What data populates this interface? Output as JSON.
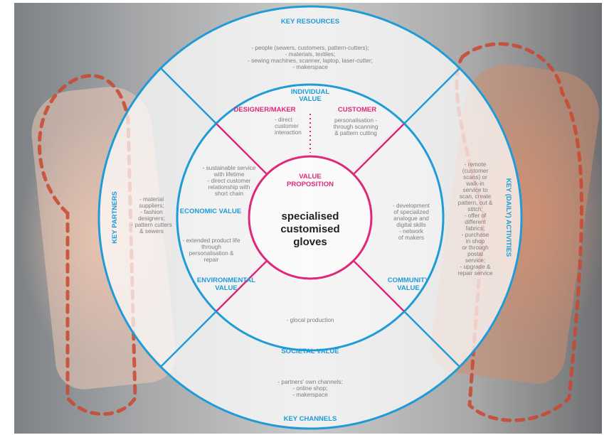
{
  "outer": {
    "key_resources": {
      "title": "KEY RESOURCES",
      "lines": [
        "- people (sewers, customers, pattern-cutters);",
        "- materials, textiles;",
        "- sewing machines, scanner, laptop, laser-cutter;",
        "- makerspace"
      ]
    },
    "key_partners": {
      "title": "KEY PARTNERS",
      "lines": [
        "- material",
        "suppliers;",
        "- fashion",
        "designers;",
        "- pattern cutters",
        "& sewers"
      ]
    },
    "key_activities": {
      "title": "KEY (DAILY) ACTIVITIES",
      "lines": [
        "- remote",
        "(customer",
        "scans) or",
        "walk-in",
        "service to",
        "scan, create",
        "pattern, cut &",
        "stitch;",
        "- offer of",
        "different",
        "fabrics;",
        "- purchase",
        "in shop",
        "or through",
        "postal",
        "service;",
        "- upgrade &",
        "repair service"
      ]
    },
    "key_channels": {
      "title": "KEY CHANNELS",
      "lines": [
        "- partners' own channels:",
        "- online shop;",
        "- makerspace"
      ]
    }
  },
  "inner": {
    "individual_value": {
      "title": [
        "INDIVIDUAL",
        "VALUE"
      ]
    },
    "designer_maker": {
      "title": "DESIGNER/MAKER",
      "lines": [
        "- direct",
        "customer",
        "interaction"
      ]
    },
    "customer": {
      "title": "CUSTOMER",
      "lines": [
        "personalisation -",
        "through scanning",
        "& pattern cutting"
      ]
    },
    "economic_value": {
      "title": "ECONOMIC VALUE",
      "lines": [
        "- sustainable service",
        "with lifetime",
        "- direct customer",
        "relationship with",
        "short chain"
      ]
    },
    "environmental_value": {
      "title": [
        "ENVIRONMENTAL",
        "VALUE"
      ],
      "lines": [
        "- extended product life",
        "through",
        "personalisation &",
        "repair"
      ]
    },
    "community_value": {
      "title": [
        "COMMUNITY",
        "VALUE"
      ],
      "lines": [
        "- development",
        "of specialized",
        "analogue and",
        "digital skills",
        "- network",
        "of makers"
      ]
    },
    "societal_value": {
      "title": "SOCIETAL VALUE",
      "lines": [
        "- glocal production"
      ]
    }
  },
  "center": {
    "value_proposition": [
      "VALUE",
      "PROPOSITION"
    ],
    "product": [
      "specialised",
      "customised",
      "gloves"
    ]
  },
  "colors": {
    "blue": "#1f9bd7",
    "pink": "#e0287a",
    "text_grey": "#7d7d7d"
  }
}
